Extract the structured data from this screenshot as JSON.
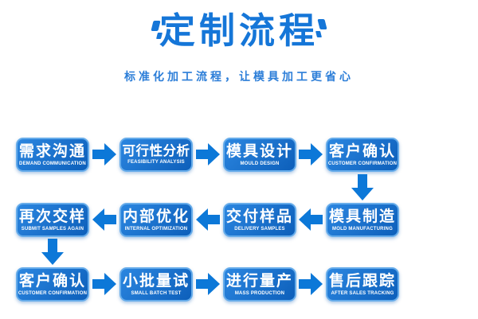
{
  "header": {
    "title": "定制流程",
    "subtitle": "标准化加工流程，让模具加工更省心"
  },
  "colors": {
    "title": "#1576d8",
    "subtitle": "#2c7ed8",
    "arrow": "#0c78d8",
    "box-border": "#66acea",
    "box-grad-a": "#2b86e0",
    "box-grad-b": "#0d5fba",
    "box-text": "#ffffff",
    "page-bg": "#ffffff"
  },
  "flow": {
    "steps": [
      {
        "zh": "需求沟通",
        "en": "DEMAND COMMUNICATION"
      },
      {
        "zh": "可行性分析",
        "en": "FEASIBILITY ANALYSIS"
      },
      {
        "zh": "模具设计",
        "en": "MOULD DESIGN"
      },
      {
        "zh": "客户确认",
        "en": "CUSTOMER CONFIRMATION"
      },
      {
        "zh": "模具制造",
        "en": "MOLD MANUFACTURING"
      },
      {
        "zh": "交付样品",
        "en": "DELIVERY SAMPLES"
      },
      {
        "zh": "内部优化",
        "en": "INTERNAL OPTIMIZATION"
      },
      {
        "zh": "再次交样",
        "en": "SUBMIT SAMPLES AGAIN"
      },
      {
        "zh": "客户确认",
        "en": "CUSTOMER CONFIRMATION"
      },
      {
        "zh": "小批量试",
        "en": "SMALL BATCH TEST"
      },
      {
        "zh": "进行量产",
        "en": "MASS PRODUCTION"
      },
      {
        "zh": "售后跟踪",
        "en": "AFTER SALES TRACKING"
      }
    ]
  }
}
